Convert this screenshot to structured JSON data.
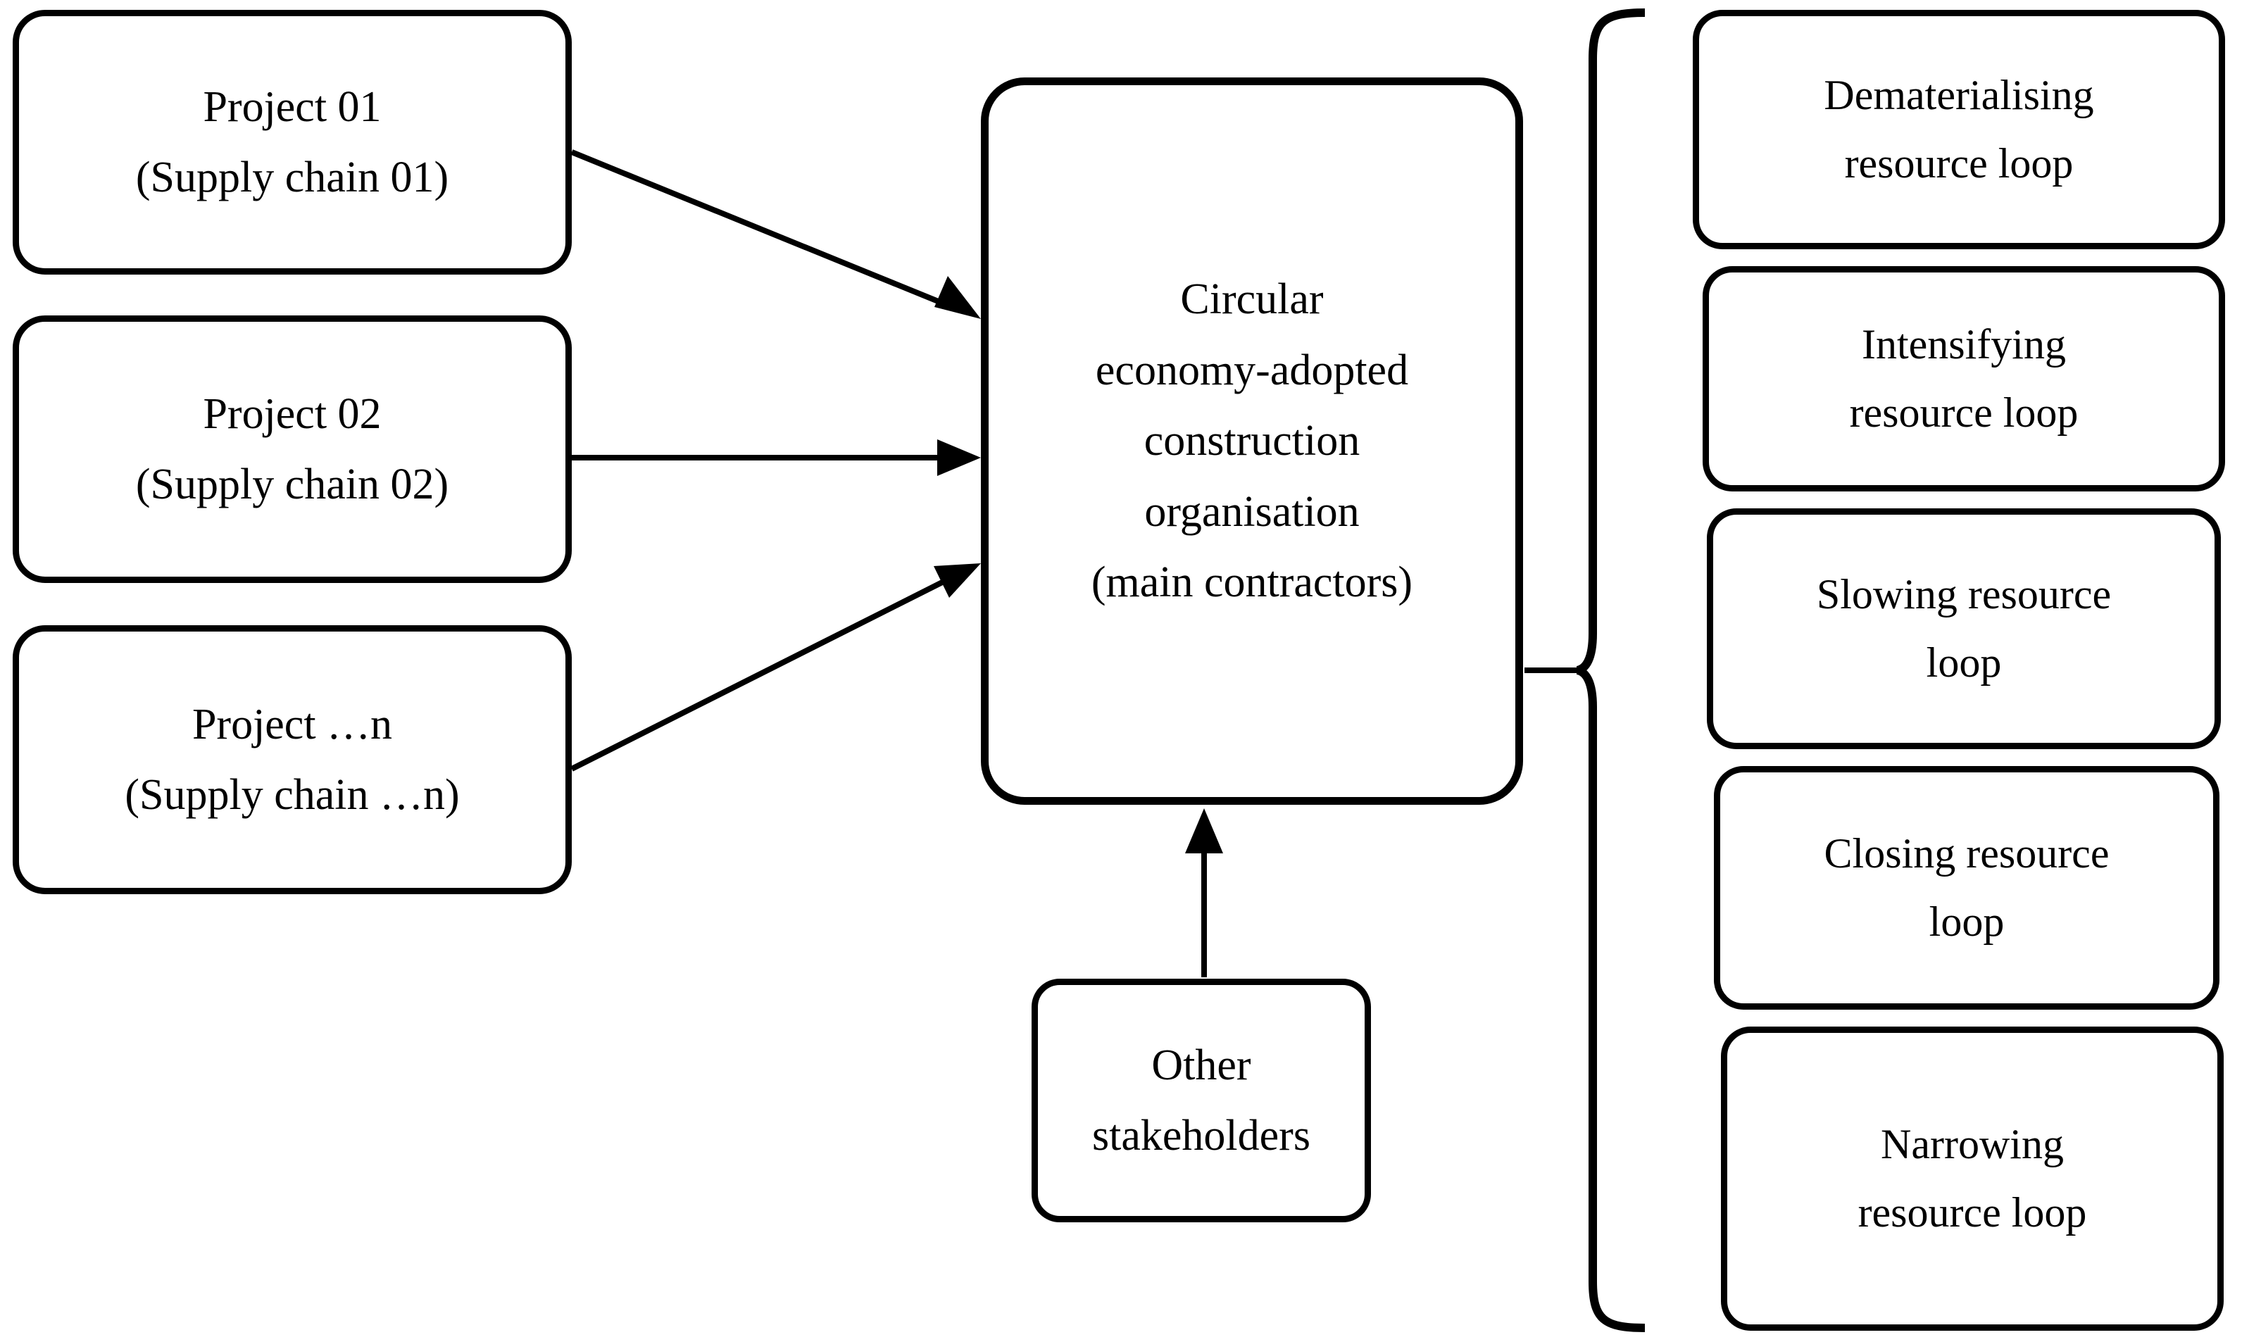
{
  "diagram": {
    "title": "Circular economy-adopted construction organisation stakeholder map",
    "background_color": "#ffffff",
    "stroke_color": "#000000"
  },
  "projects": [
    {
      "line1": "Project 01",
      "line2": "(Supply chain 01)"
    },
    {
      "line1": "Project 02",
      "line2": "(Supply chain 02)"
    },
    {
      "line1": "Project …n",
      "line2": "(Supply chain …n)"
    }
  ],
  "hub": {
    "lines": [
      "Circular",
      "economy-adopted",
      "construction",
      "organisation",
      "(main contractors)"
    ]
  },
  "stakeholders": {
    "line1": "Other",
    "line2": "stakeholders"
  },
  "resource_loops": [
    {
      "line1": "Dematerialising",
      "line2": "resource loop"
    },
    {
      "line1": "Intensifying",
      "line2": "resource loop"
    },
    {
      "line1": "Slowing resource",
      "line2": "loop"
    },
    {
      "line1": "Closing resource",
      "line2": "loop"
    },
    {
      "line1": "Narrowing",
      "line2": "resource loop"
    }
  ],
  "connectors": {
    "project_to_hub": [
      {
        "from": "Project 01 (Supply chain 01)",
        "to": "Circular economy-adopted construction organisation (main contractors)",
        "style": "arrow"
      },
      {
        "from": "Project 02 (Supply chain 02)",
        "to": "Circular economy-adopted construction organisation (main contractors)",
        "style": "arrow"
      },
      {
        "from": "Project …n (Supply chain …n)",
        "to": "Circular economy-adopted construction organisation (main contractors)",
        "style": "arrow"
      }
    ],
    "stakeholders_to_hub": {
      "from": "Other stakeholders",
      "to": "Circular economy-adopted construction organisation (main contractors)",
      "style": "arrow"
    },
    "hub_to_loops": {
      "style": "curly-brace",
      "groups": 5
    }
  }
}
